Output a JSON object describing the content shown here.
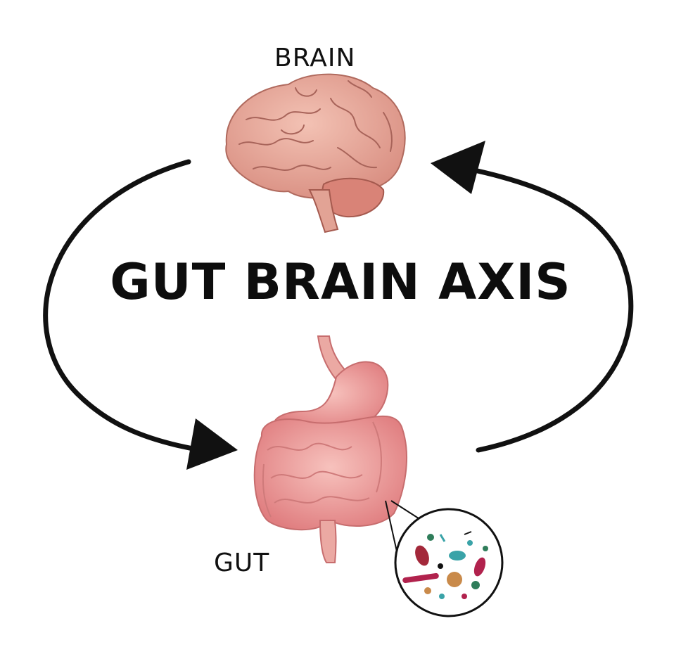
{
  "diagram": {
    "title": "GUT BRAIN AXIS",
    "top_label": "BRAIN",
    "bottom_label": "GUT"
  },
  "colors": {
    "arrow": "#111111",
    "brain": "#e9aa9c",
    "gut": "#ef9e9c",
    "microbes": [
      "#a3283a",
      "#3aa3a8",
      "#c98a4a",
      "#2f7d5a",
      "#b1224d"
    ]
  },
  "icons": [
    "brain-illustration",
    "digestive-tract-illustration",
    "microbiome-magnifier"
  ]
}
